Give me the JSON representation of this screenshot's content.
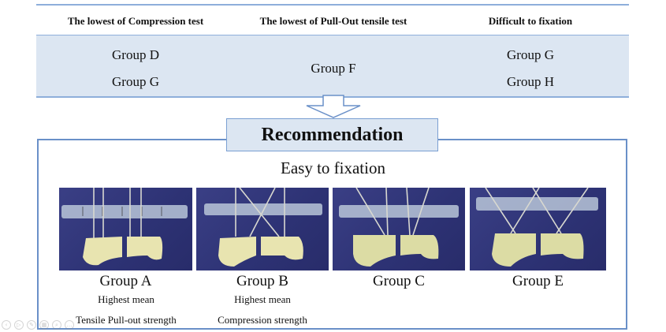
{
  "table": {
    "headers": [
      "The lowest of Compression test",
      "The lowest of Pull-Out tensile test",
      "Difficult to fixation"
    ],
    "columns": [
      [
        "Group D",
        "Group G"
      ],
      [
        "Group F"
      ],
      [
        "Group G",
        "Group H"
      ]
    ]
  },
  "recommendation": {
    "title": "Recommendation",
    "subtitle": "Easy to fixation",
    "groups": [
      {
        "label": "Group A",
        "note1": "Highest mean",
        "note2": "Tensile Pull-out strength",
        "photo": "specimen-photo-parallel-sutures"
      },
      {
        "label": "Group B",
        "note1": "Highest mean",
        "note2": "Compression strength",
        "photo": "specimen-photo-crossed-sutures"
      },
      {
        "label": "Group C",
        "note1": "",
        "note2": "",
        "photo": "specimen-photo-diverging-sutures"
      },
      {
        "label": "Group E",
        "note1": "",
        "note2": "",
        "photo": "specimen-photo-double-crossed-sutures"
      }
    ]
  },
  "slideshow_controls": [
    "prev-icon",
    "play-icon",
    "pen-icon",
    "slides-icon",
    "zoom-icon",
    "more-icon"
  ],
  "colors": {
    "band": "#dce6f2",
    "rule": "#8eaedb",
    "frame": "#6a90c8",
    "photo_bg": "#2d3274"
  }
}
